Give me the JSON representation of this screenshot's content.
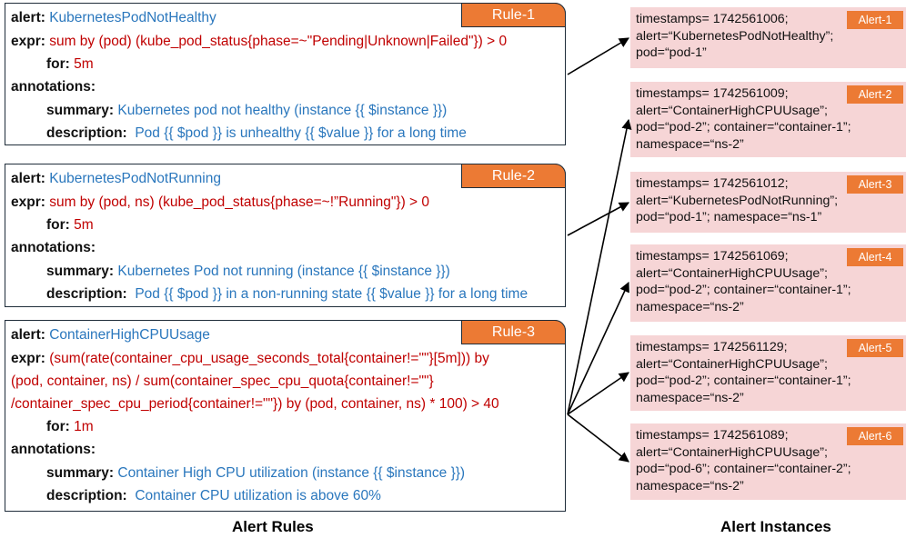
{
  "rules": [
    {
      "tag": "Rule-1",
      "alert_key": "alert:",
      "alert_value": "KubernetesPodNotHealthy",
      "expr_key": "expr:",
      "expr_lines": [
        "sum by (pod) (kube_pod_status{phase=~\"Pending|Unknown|Failed\"}) > 0"
      ],
      "for_key": "for:",
      "for_value": "5m",
      "annotations_key": "annotations:",
      "summary_key": "summary:",
      "summary_value": "Kubernetes pod not healthy (instance {{ $instance }})",
      "description_key": "description:",
      "description_value": "Pod {{ $pod }} is unhealthy  {{ $value }} for a long time"
    },
    {
      "tag": "Rule-2",
      "alert_key": "alert:",
      "alert_value": "KubernetesPodNotRunning",
      "expr_key": "expr:",
      "expr_lines": [
        "sum by (pod, ns) (kube_pod_status{phase=~!”Running\"}) > 0"
      ],
      "for_key": "for:",
      "for_value": "5m",
      "annotations_key": "annotations:",
      "summary_key": "summary:",
      "summary_value": "Kubernetes Pod not running (instance {{ $instance }})",
      "description_key": "description:",
      "description_value": "Pod {{ $pod }} in a non-running state {{ $value }} for a long time"
    },
    {
      "tag": "Rule-3",
      "alert_key": "alert:",
      "alert_value": "ContainerHighCPUUsage",
      "expr_key": "expr:",
      "expr_lines": [
        "(sum(rate(container_cpu_usage_seconds_total{container!=\"\"}[5m])) by",
        "(pod, container, ns) / sum(container_spec_cpu_quota{container!=\"\"}",
        "/container_spec_cpu_period{container!=\"\"}) by (pod, container, ns) * 100) > 40"
      ],
      "for_key": "for:",
      "for_value": "1m",
      "annotations_key": "annotations:",
      "summary_key": "summary:",
      "summary_value": "Container High CPU utilization (instance {{ $instance }})",
      "description_key": "description:",
      "description_value": "Container CPU utilization is above 60%"
    }
  ],
  "instances": [
    {
      "tag": "Alert-1",
      "lines": [
        "timestamps= 1742561006;",
        "alert=“KubernetesPodNotHealthy”;",
        "pod=“pod-1”"
      ]
    },
    {
      "tag": "Alert-2",
      "lines": [
        "timestamps= 1742561009;",
        "alert=“ContainerHighCPUUsage”;",
        "pod=“pod-2”; container=“container-1”;",
        "namespace=“ns-2”"
      ]
    },
    {
      "tag": "Alert-3",
      "lines": [
        "timestamps= 1742561012;",
        "alert=“KubernetesPodNotRunning”;",
        "pod=“pod-1”; namespace=“ns-1”"
      ]
    },
    {
      "tag": "Alert-4",
      "lines": [
        "timestamps= 1742561069;",
        "alert=“ContainerHighCPUUsage”;",
        "pod=“pod-2”; container=“container-1”;",
        "namespace=“ns-2”"
      ]
    },
    {
      "tag": "Alert-5",
      "lines": [
        "timestamps= 1742561129;",
        "alert=“ContainerHighCPUUsage”;",
        "pod=“pod-2”; container=“container-1”;",
        "namespace=“ns-2”"
      ]
    },
    {
      "tag": "Alert-6",
      "lines": [
        "timestamps= 1742561089;",
        "alert=“ContainerHighCPUUsage”;",
        "pod=“pod-6”; container=“container-2”;",
        "namespace=“ns-2”"
      ]
    }
  ],
  "captions": {
    "rules": "Alert Rules",
    "instances": "Alert Instances"
  },
  "colors": {
    "tag": "#ec7a34",
    "instance_bg": "#f6d5d6",
    "value_blue": "#2a77bd",
    "expr_red": "#c00000"
  }
}
